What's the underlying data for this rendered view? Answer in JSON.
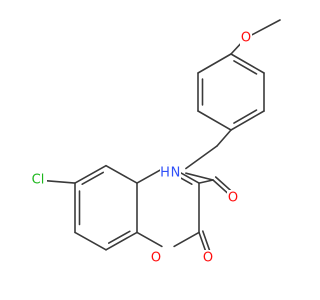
{
  "molecule": {
    "atoms": {
      "chlorine": {
        "symbol": "Cl",
        "color": "#1db71d"
      },
      "amide_nitrogen": {
        "symbol": "N",
        "color": "#3050f8"
      },
      "amide_oxygen": {
        "symbol": "O",
        "color": "#ff0d0d"
      },
      "ring_oxygen": {
        "symbol": "O",
        "color": "#ff0d0d"
      },
      "lactone_oxygen": {
        "symbol": "O",
        "color": "#ff0d0d"
      },
      "methoxy_oxygen": {
        "symbol": "O",
        "color": "#ff0d0d"
      },
      "amide_hydrogen": {
        "symbol": "H",
        "color": "#3050f8"
      }
    },
    "bond_color": "#3a3a3a"
  }
}
